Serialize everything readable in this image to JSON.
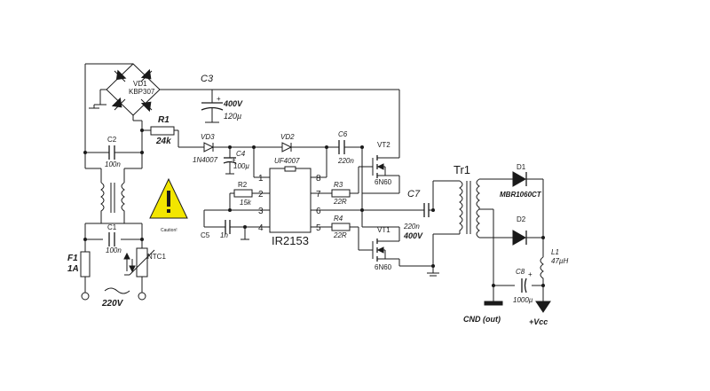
{
  "components": {
    "vd1": {
      "ref": "VD1",
      "value": "KBP307"
    },
    "c3": {
      "ref": "C3",
      "voltage": "400V",
      "value": "120µ"
    },
    "r1": {
      "ref": "R1",
      "value": "24k"
    },
    "c2": {
      "ref": "C2",
      "value": "100n"
    },
    "vd3": {
      "ref": "VD3",
      "value": "1N4007"
    },
    "vd2": {
      "ref": "VD2",
      "value": "UF4007"
    },
    "c4": {
      "ref": "C4",
      "value": "100µ"
    },
    "c6": {
      "ref": "C6",
      "value": "220n"
    },
    "vt2": {
      "ref": "VT2",
      "value": "6N60"
    },
    "r2": {
      "ref": "R2",
      "value": "15k"
    },
    "r3": {
      "ref": "R3",
      "value": "22R"
    },
    "r4": {
      "ref": "R4",
      "value": "22R"
    },
    "c5": {
      "ref": "C5",
      "value": "1n"
    },
    "ic": {
      "value": "IR2153"
    },
    "vt1": {
      "ref": "VT1",
      "value": "6N60"
    },
    "c7": {
      "ref": "C7",
      "value": "220n",
      "voltage": "400V"
    },
    "tr1": {
      "ref": "Tr1"
    },
    "d1": {
      "ref": "D1",
      "value": "MBR1060CT"
    },
    "d2": {
      "ref": "D2"
    },
    "l1": {
      "ref": "L1",
      "value": "47µH"
    },
    "c8": {
      "ref": "C8",
      "value": "1000µ"
    },
    "c1": {
      "ref": "C1",
      "value": "100n"
    },
    "f1": {
      "ref": "F1",
      "value": "1A"
    },
    "ntc1": {
      "ref": "NTC1"
    },
    "mains": {
      "label": "220V"
    },
    "caution": {
      "label": "Caution!"
    },
    "gnd_out": {
      "label": "CND (out)"
    },
    "vcc": {
      "label": "+Vcc"
    }
  },
  "ic_pins": [
    "1",
    "2",
    "3",
    "4",
    "5",
    "6",
    "7",
    "8"
  ],
  "polarity": "+",
  "colors": {
    "caution_fill": "#f2e600",
    "ink": "#1a1a1a"
  }
}
